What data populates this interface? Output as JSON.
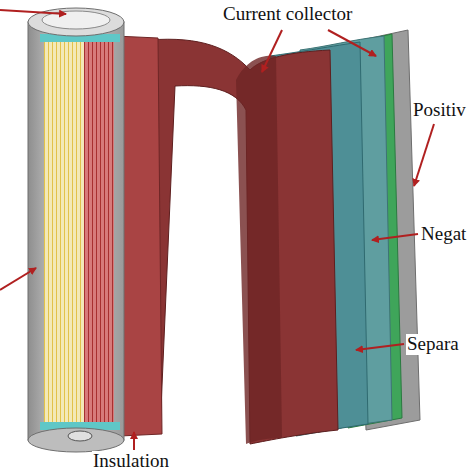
{
  "diagram": {
    "labels": [
      "Current collector",
      "Positiv",
      "Negat",
      "Separa",
      "Insulation"
    ]
  }
}
